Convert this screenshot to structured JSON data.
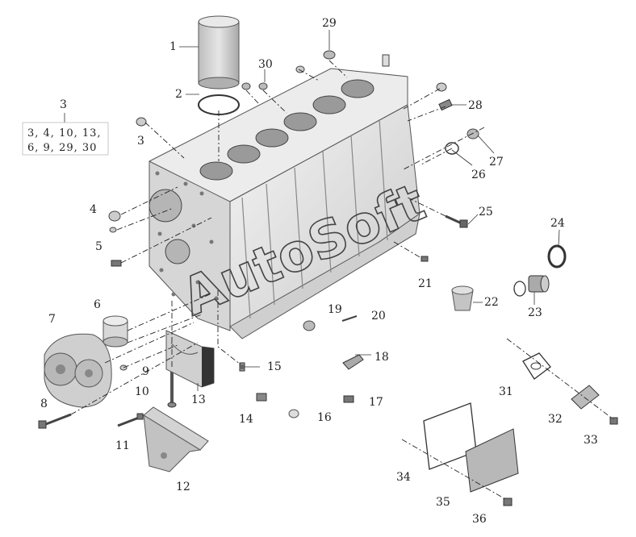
{
  "watermark": "AutoSoft",
  "kit": {
    "number": "3",
    "line1": "3, 4, 10, 13,",
    "line2": "6, 9, 29, 30"
  },
  "callouts": [
    {
      "id": "1"
    },
    {
      "id": "2"
    },
    {
      "id": "3"
    },
    {
      "id": "4"
    },
    {
      "id": "5"
    },
    {
      "id": "6"
    },
    {
      "id": "7"
    },
    {
      "id": "8"
    },
    {
      "id": "9"
    },
    {
      "id": "10"
    },
    {
      "id": "11"
    },
    {
      "id": "12"
    },
    {
      "id": "13"
    },
    {
      "id": "14"
    },
    {
      "id": "15"
    },
    {
      "id": "16"
    },
    {
      "id": "17"
    },
    {
      "id": "18"
    },
    {
      "id": "19"
    },
    {
      "id": "20"
    },
    {
      "id": "21"
    },
    {
      "id": "22"
    },
    {
      "id": "23"
    },
    {
      "id": "24"
    },
    {
      "id": "25"
    },
    {
      "id": "26"
    },
    {
      "id": "27"
    },
    {
      "id": "28"
    },
    {
      "id": "29"
    },
    {
      "id": "30"
    },
    {
      "id": "31"
    },
    {
      "id": "32"
    },
    {
      "id": "33"
    },
    {
      "id": "34"
    },
    {
      "id": "35"
    },
    {
      "id": "36"
    }
  ]
}
